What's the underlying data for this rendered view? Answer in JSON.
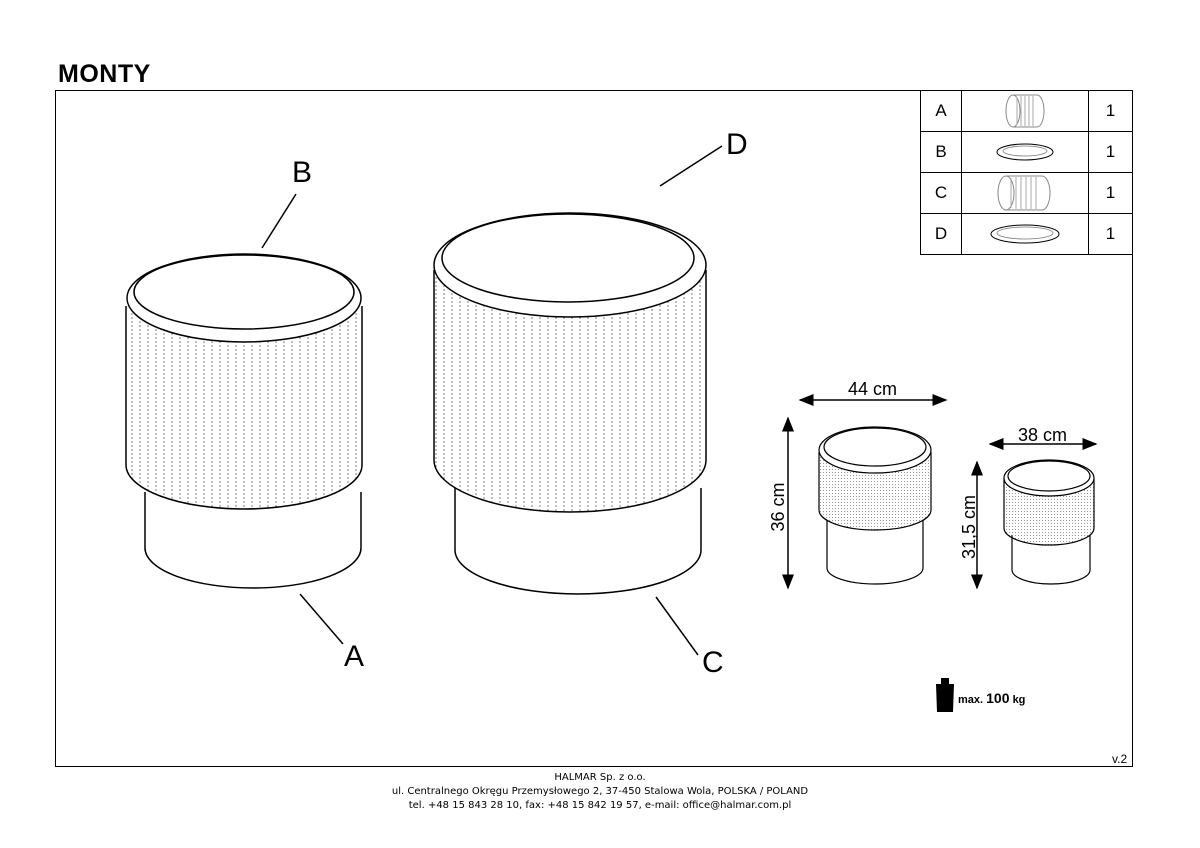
{
  "title": "MONTY",
  "parts": [
    {
      "letter": "A",
      "qty": "1",
      "icon": "small-pouf-body-icon"
    },
    {
      "letter": "B",
      "qty": "1",
      "icon": "small-seat-cushion-icon"
    },
    {
      "letter": "C",
      "qty": "1",
      "icon": "large-pouf-body-icon"
    },
    {
      "letter": "D",
      "qty": "1",
      "icon": "large-seat-cushion-icon"
    }
  ],
  "callouts": {
    "a": "A",
    "b": "B",
    "c": "C",
    "d": "D"
  },
  "dimensions": {
    "large_width": "44 cm",
    "large_height": "36 cm",
    "small_width": "38 cm",
    "small_height": "31,5 cm"
  },
  "max_load": {
    "prefix": "max.",
    "value": "100",
    "unit": "kg"
  },
  "version": "v.2",
  "footer": {
    "company": "HALMAR Sp. z o.o.",
    "address": "ul. Centralnego Okręgu Przemysłowego 2, 37-450 Stalowa Wola, POLSKA / POLAND",
    "contact": "tel. +48 15 843 28 10, fax: +48 15 842 19 57, e-mail: office@halmar.com.pl"
  }
}
